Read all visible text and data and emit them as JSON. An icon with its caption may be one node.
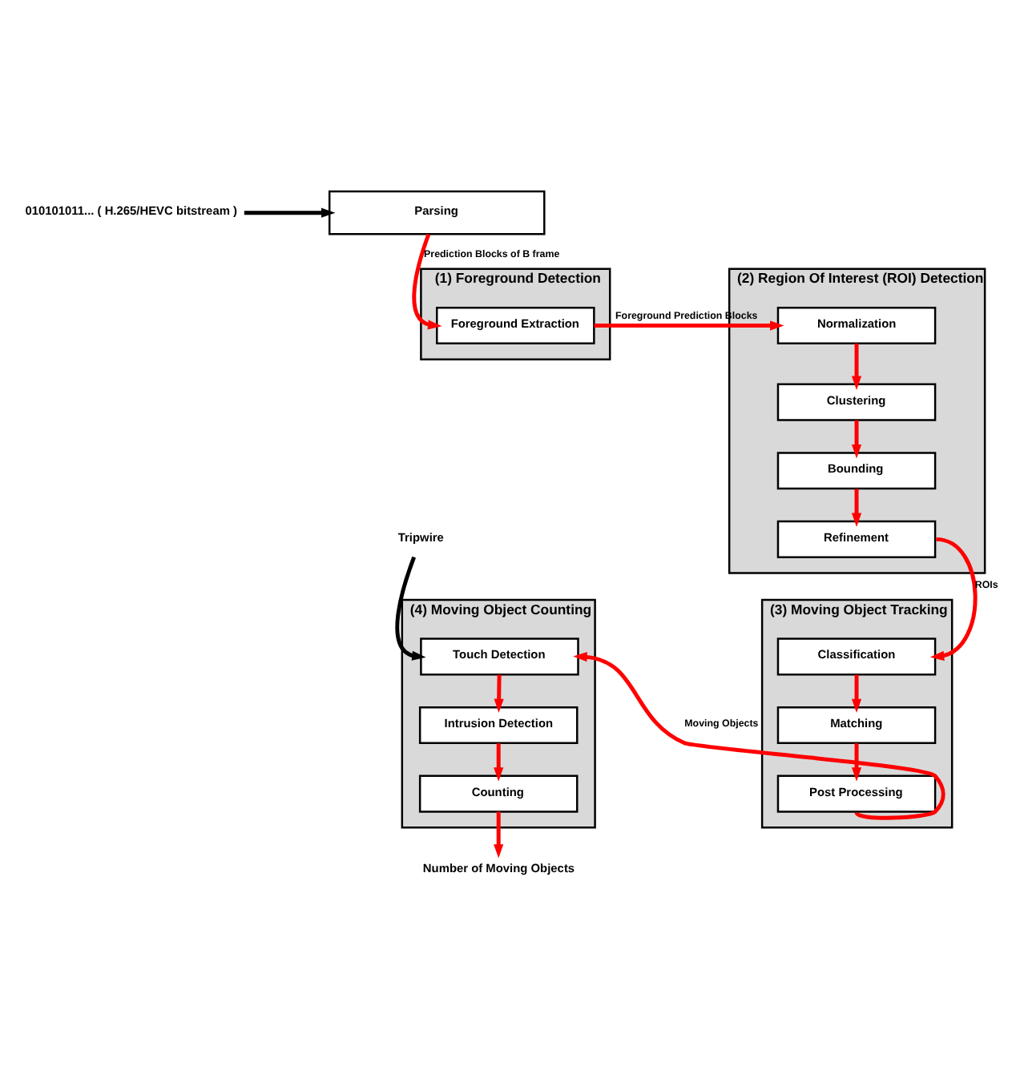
{
  "diagram": {
    "nodes": [
      {
        "text": [
          "Parsing"
        ]
      },
      {
        "text": [
          "010101011... ( H.265/HEVC bitstream )"
        ]
      },
      {
        "text": [
          "(1) Foreground Detection"
        ]
      },
      {
        "text": [
          "Foreground Extraction"
        ],
        "in": 2
      },
      {
        "text": [
          "(2) Region Of Interest (ROI) Detection"
        ]
      },
      {
        "text": [
          "Normalization"
        ],
        "in": 4
      },
      {
        "text": [
          "Clustering"
        ],
        "in": 4
      },
      {
        "text": [
          "Bounding"
        ],
        "in": 4
      },
      {
        "text": [
          "Refinement"
        ],
        "in": 4
      },
      {
        "text": [
          "Tripwire"
        ]
      },
      {
        "text": [
          "(4) Moving Object Counting"
        ]
      },
      {
        "text": [
          "Touch Detection"
        ],
        "in": 10
      },
      {
        "text": [
          "Intrusion Detection"
        ],
        "in": 10
      },
      {
        "text": [
          "Counting"
        ],
        "in": 10
      },
      {
        "text": [
          "(3) Moving Object Tracking"
        ]
      },
      {
        "text": [
          "Classification"
        ],
        "in": 14
      },
      {
        "text": [
          "Matching"
        ],
        "in": 14
      },
      {
        "text": [
          "Post Processing"
        ],
        "in": 14
      },
      {
        "text": [
          "Number of Moving Objects"
        ]
      }
    ],
    "edges": [
      {
        "from": 1,
        "to": 0,
        "arrow": "to",
        "color": "#000000"
      },
      {
        "from": 0,
        "to": 3,
        "arrow": "to",
        "label": "Prediction Blocks of B frame"
      },
      {
        "from": 3,
        "to": 5,
        "arrow": "to",
        "label": "Foreground Prediction Blocks"
      },
      {
        "from": 5,
        "to": 6,
        "arrow": "to"
      },
      {
        "from": 6,
        "to": 7,
        "arrow": "to"
      },
      {
        "from": 7,
        "to": 8,
        "arrow": "to"
      },
      {
        "from": 8,
        "to": 15,
        "arrow": "to",
        "label": "ROIs"
      },
      {
        "from": 15,
        "to": 16,
        "arrow": "to"
      },
      {
        "from": 16,
        "to": 17,
        "arrow": "to"
      },
      {
        "from": 17,
        "to": 11,
        "arrow": "to",
        "label": "Moving Objects"
      },
      {
        "from": 9,
        "to": 11,
        "arrow": "to",
        "color": "#000000"
      },
      {
        "from": 11,
        "to": 12,
        "arrow": "to"
      },
      {
        "from": 12,
        "to": 13,
        "arrow": "to"
      },
      {
        "from": 13,
        "to": 18,
        "arrow": "to"
      }
    ]
  }
}
